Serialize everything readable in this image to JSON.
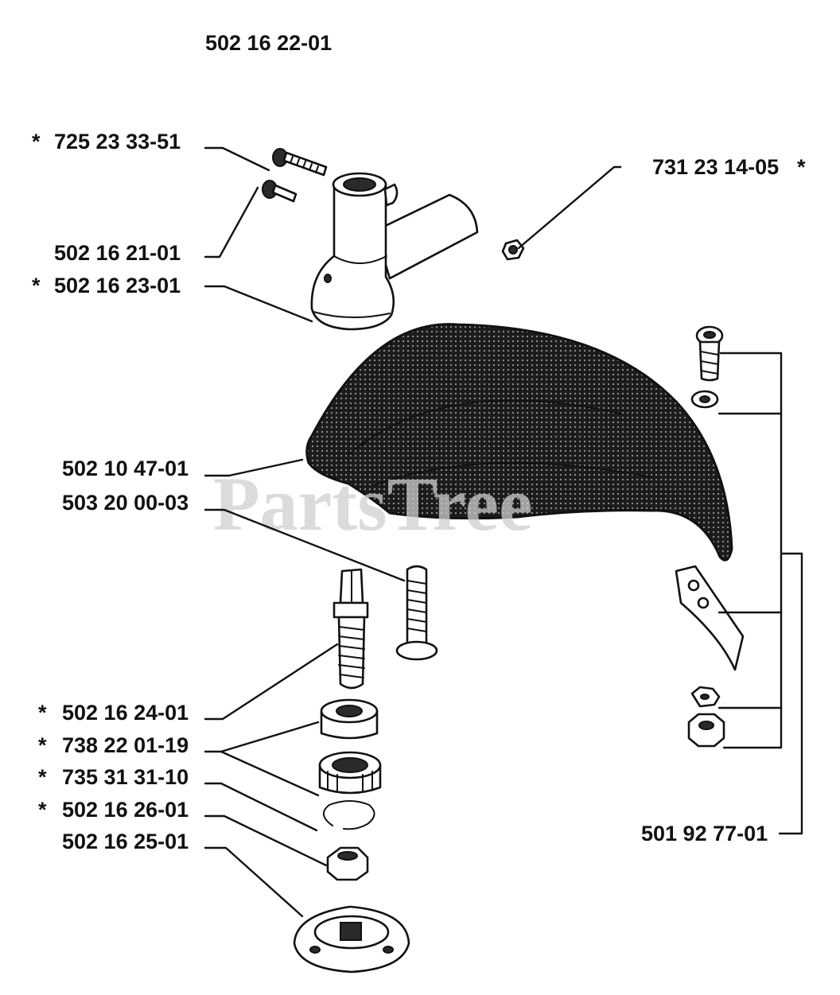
{
  "watermark": "PartsTree",
  "labels": {
    "assembly": "502 16 22-01",
    "screw_long": "725 23 33-51",
    "nut_right": "731 23 14-05",
    "screw_short": "502 16 21-01",
    "gear_housing": "502 16 23-01",
    "guard": "502 10 47-01",
    "guard_bolt": "503 20 00-03",
    "shaft": "502 16 24-01",
    "bearing_upper": "738 22 01-19",
    "bearing_lower": "735 31 31-10",
    "circlip": "502 16 26-01",
    "nut_shaft": "502 16 25-01",
    "knife_kit": "501 92 77-01"
  },
  "marker": "*"
}
